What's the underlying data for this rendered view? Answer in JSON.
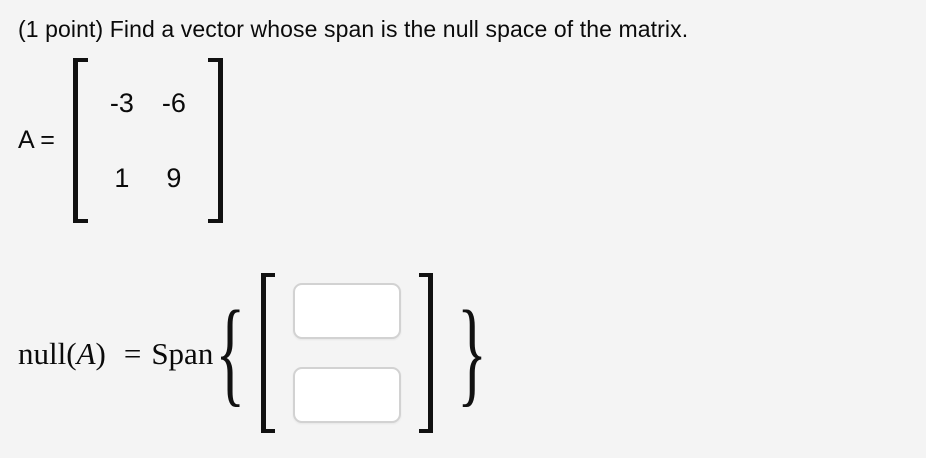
{
  "problem": {
    "points_label": "(1 point)",
    "prompt": "(1 point) Find a vector whose span is the null space of the matrix."
  },
  "matrix": {
    "label": "A =",
    "open_bracket": "[",
    "close_bracket": "]",
    "rows": [
      [
        "-3",
        "-6"
      ],
      [
        "1",
        "9"
      ]
    ]
  },
  "answer": {
    "lhs_null": "null(",
    "lhs_var": "A",
    "lhs_close": ")",
    "equals": "=",
    "span_word": "Span",
    "open_brace": "{",
    "close_brace": "}",
    "open_bracket": "[",
    "close_bracket": "]",
    "fields": [
      {
        "name": "vector-component-1",
        "value": "",
        "placeholder": ""
      },
      {
        "name": "vector-component-2",
        "value": "",
        "placeholder": ""
      }
    ]
  },
  "colors": {
    "background": "#f4f4f4",
    "text": "#0a0a0a",
    "field_border": "#d2d2d2",
    "field_background": "#ffffff"
  }
}
